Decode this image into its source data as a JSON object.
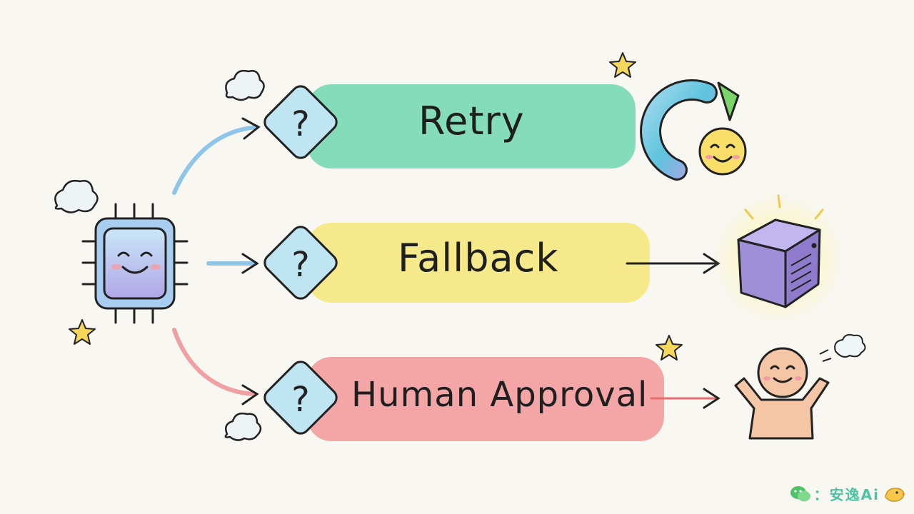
{
  "branches": [
    {
      "label": "Retry",
      "color": "#5fd3a8"
    },
    {
      "label": "Fallback",
      "color": "#f4e46a"
    },
    {
      "label": "Human Approval",
      "color": "#f3868a"
    }
  ],
  "decision_symbol": "?",
  "watermark": {
    "text": "：安逸Ai"
  },
  "colors": {
    "background": "#f8f7f1",
    "chip": "#a9cdf0",
    "diamond": "#bfe4f2",
    "server": "#9f8fd6",
    "person": "#f5c6a5"
  },
  "icons": [
    "chip-face-icon",
    "decision-diamond-icon",
    "retry-arrow-icon",
    "smiley-icon",
    "server-cube-icon",
    "person-icon",
    "cloud-icon",
    "star-icon",
    "wechat-icon",
    "bird-icon"
  ]
}
